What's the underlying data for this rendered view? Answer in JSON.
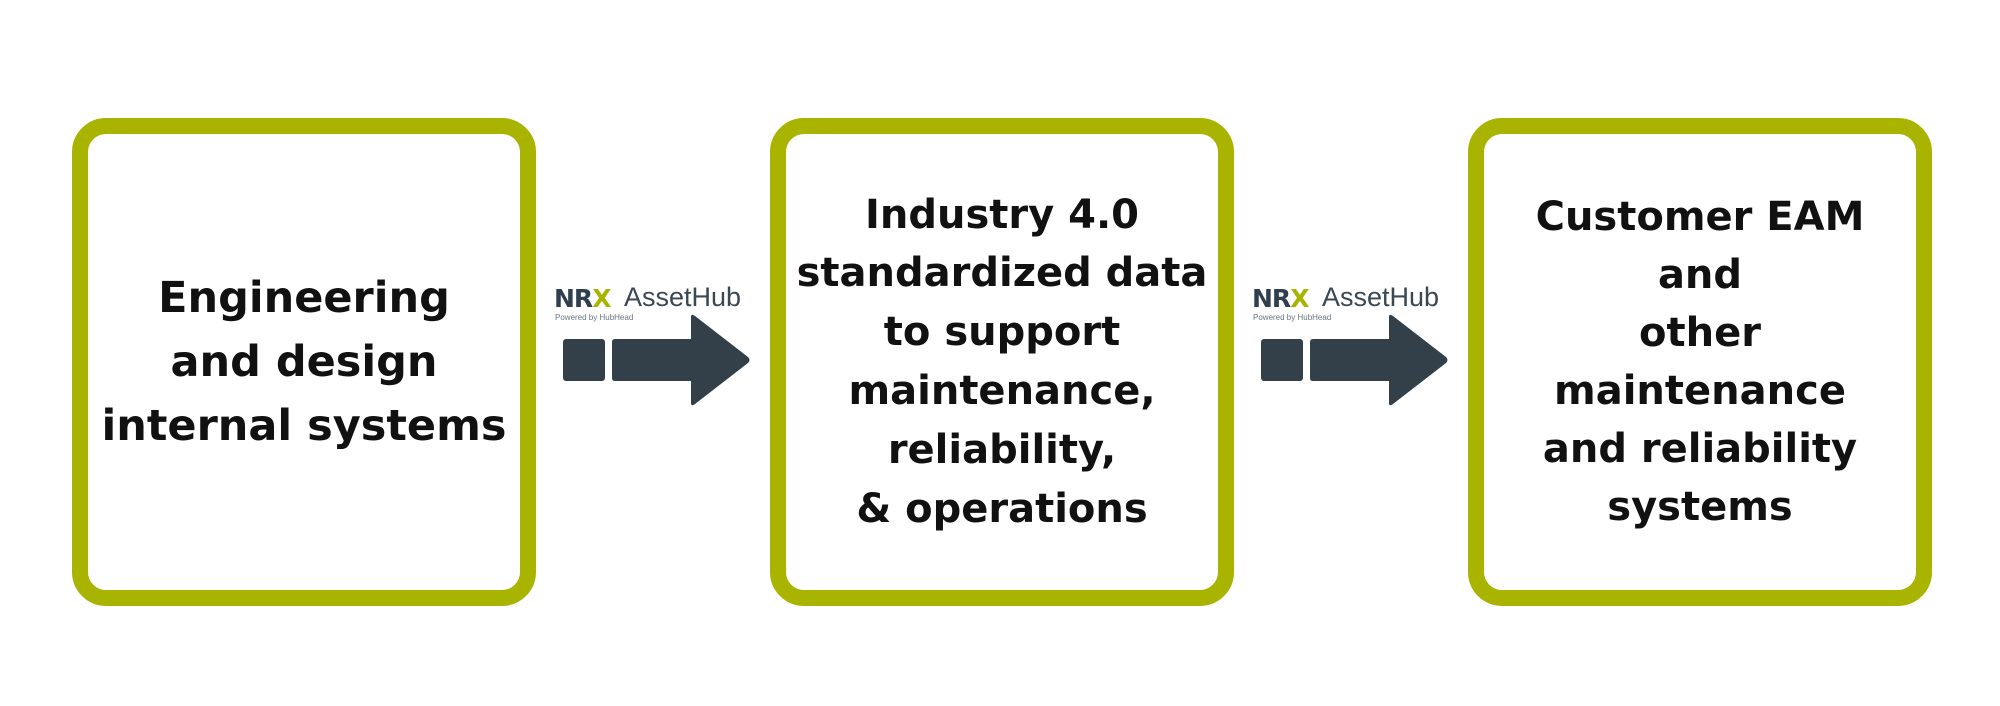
{
  "colors": {
    "box_border": "#a8b400",
    "arrow": "#333f49",
    "text": "#111111"
  },
  "boxes": [
    {
      "lines": [
        "Engineering",
        "and design",
        "internal systems"
      ]
    },
    {
      "lines": [
        "Industry 4.0",
        "standardized data",
        "to support",
        "maintenance,",
        "reliability,",
        "& operations"
      ]
    },
    {
      "lines": [
        "Customer EAM and",
        "other maintenance",
        "and reliability",
        "systems"
      ]
    }
  ],
  "connectors": [
    {
      "logo_brand_main": "NR",
      "logo_brand_x": "X",
      "logo_product": "AssetHub",
      "logo_tagline": "Powered by HubHead",
      "icon": "right-arrow-icon"
    },
    {
      "logo_brand_main": "NR",
      "logo_brand_x": "X",
      "logo_product": "AssetHub",
      "logo_tagline": "Powered by HubHead",
      "icon": "right-arrow-icon"
    }
  ]
}
